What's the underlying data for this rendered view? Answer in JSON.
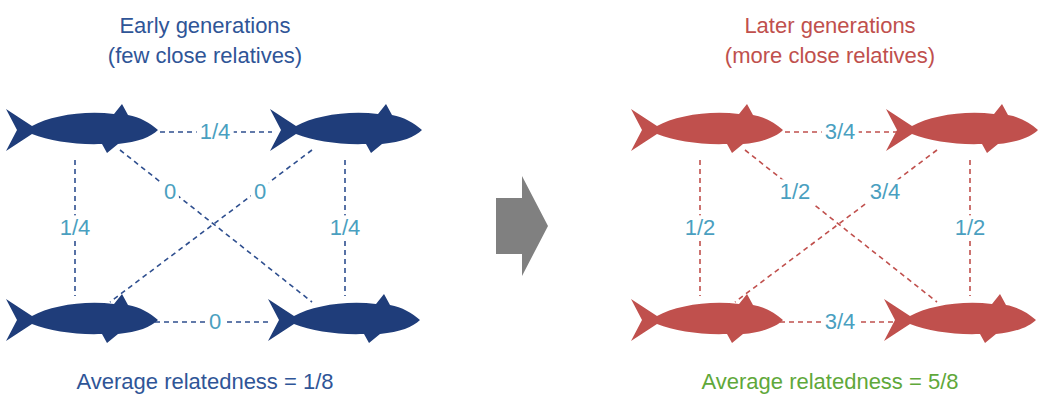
{
  "diagram": {
    "labels": [
      "Early generations",
      "(few close relatives)",
      "1/4",
      "0",
      "0",
      "1/4",
      "1/4",
      "0",
      "Average relatedness = 1/8",
      "Later generations",
      "(more close relatives)",
      "3/4",
      "1/2",
      "3/4",
      "1/2",
      "1/2",
      "3/4",
      "Average relatedness = 5/8"
    ]
  }
}
